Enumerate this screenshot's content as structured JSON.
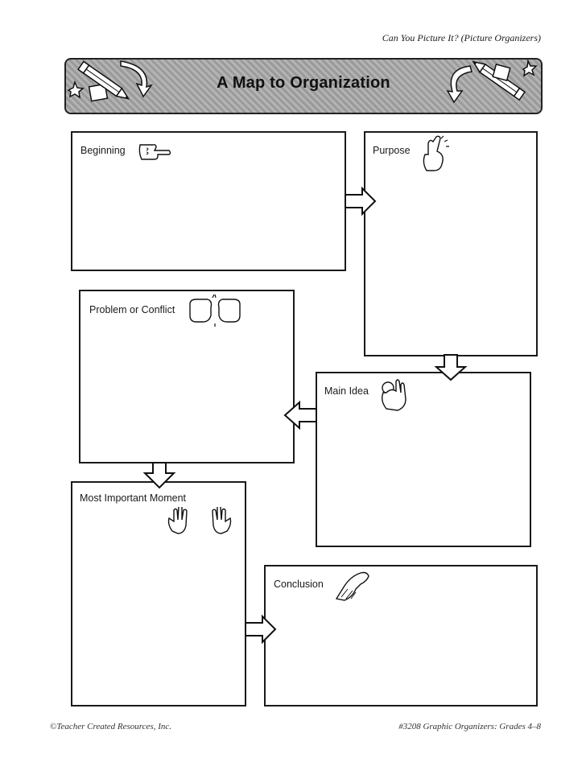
{
  "header": {
    "series_title": "Can You Picture It? (Picture Organizers)"
  },
  "banner": {
    "title": "A Map to Organization"
  },
  "boxes": {
    "beginning": "Beginning",
    "purpose": "Purpose",
    "problem": "Problem or Conflict",
    "main_idea": "Main Idea",
    "most_important": "Most Important Moment",
    "conclusion": "Conclusion"
  },
  "footer": {
    "publisher": "©Teacher Created Resources, Inc.",
    "product": "#3208 Graphic Organizers:  Grades 4–8"
  }
}
